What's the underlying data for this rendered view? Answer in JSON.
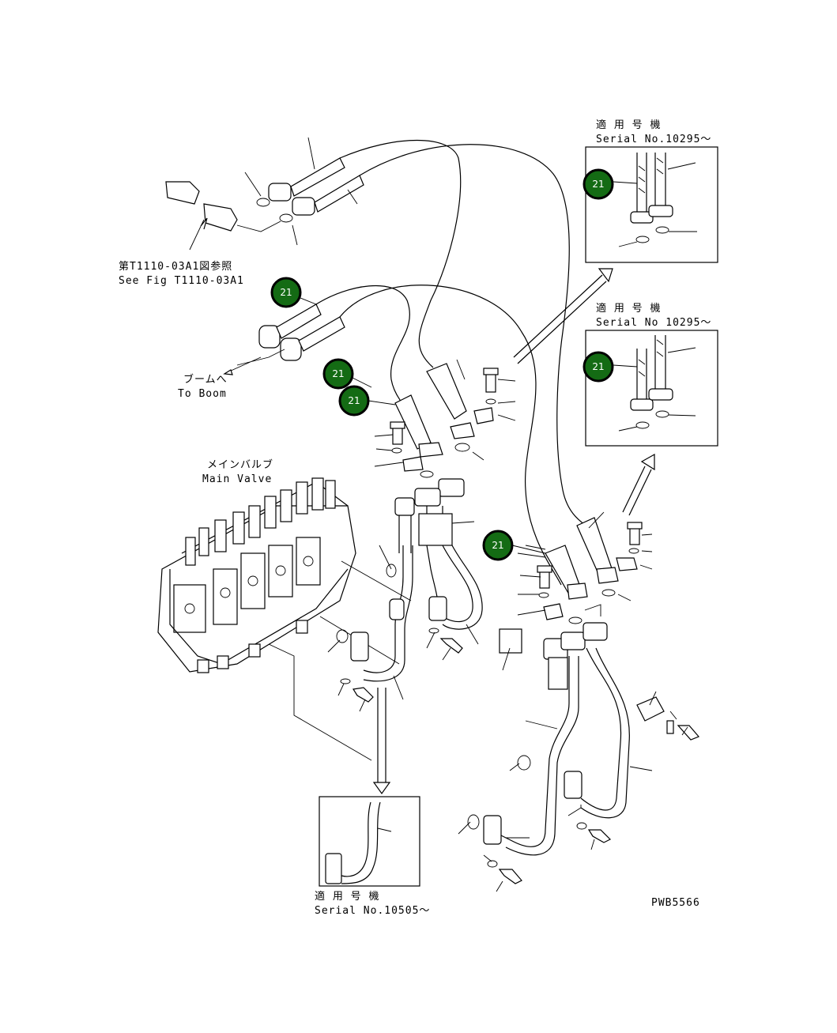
{
  "labels": {
    "serial_1_jp": "適 用 号 機",
    "serial_1_no": "Serial No.10295～",
    "serial_2_jp": "適 用 号 機",
    "serial_2_no": "Serial No 10295～",
    "serial_3_jp": "適 用 号 機",
    "serial_3_no": "Serial No.10505～",
    "see_fig_jp": "第T1110-03A1図参照",
    "see_fig_en": "See Fig T1110-03A1",
    "to_boom_jp": "ブームへ",
    "to_boom_en": "To Boom",
    "main_valve_jp": "メインバルブ",
    "main_valve_en": "Main Valve",
    "figure_code": "PWB5566"
  },
  "callouts": [
    "21",
    "21",
    "21",
    "21",
    "21",
    "21"
  ],
  "colors": {
    "badge_fill": "#146b14",
    "badge_text": "#ffffff",
    "line": "#000000"
  }
}
